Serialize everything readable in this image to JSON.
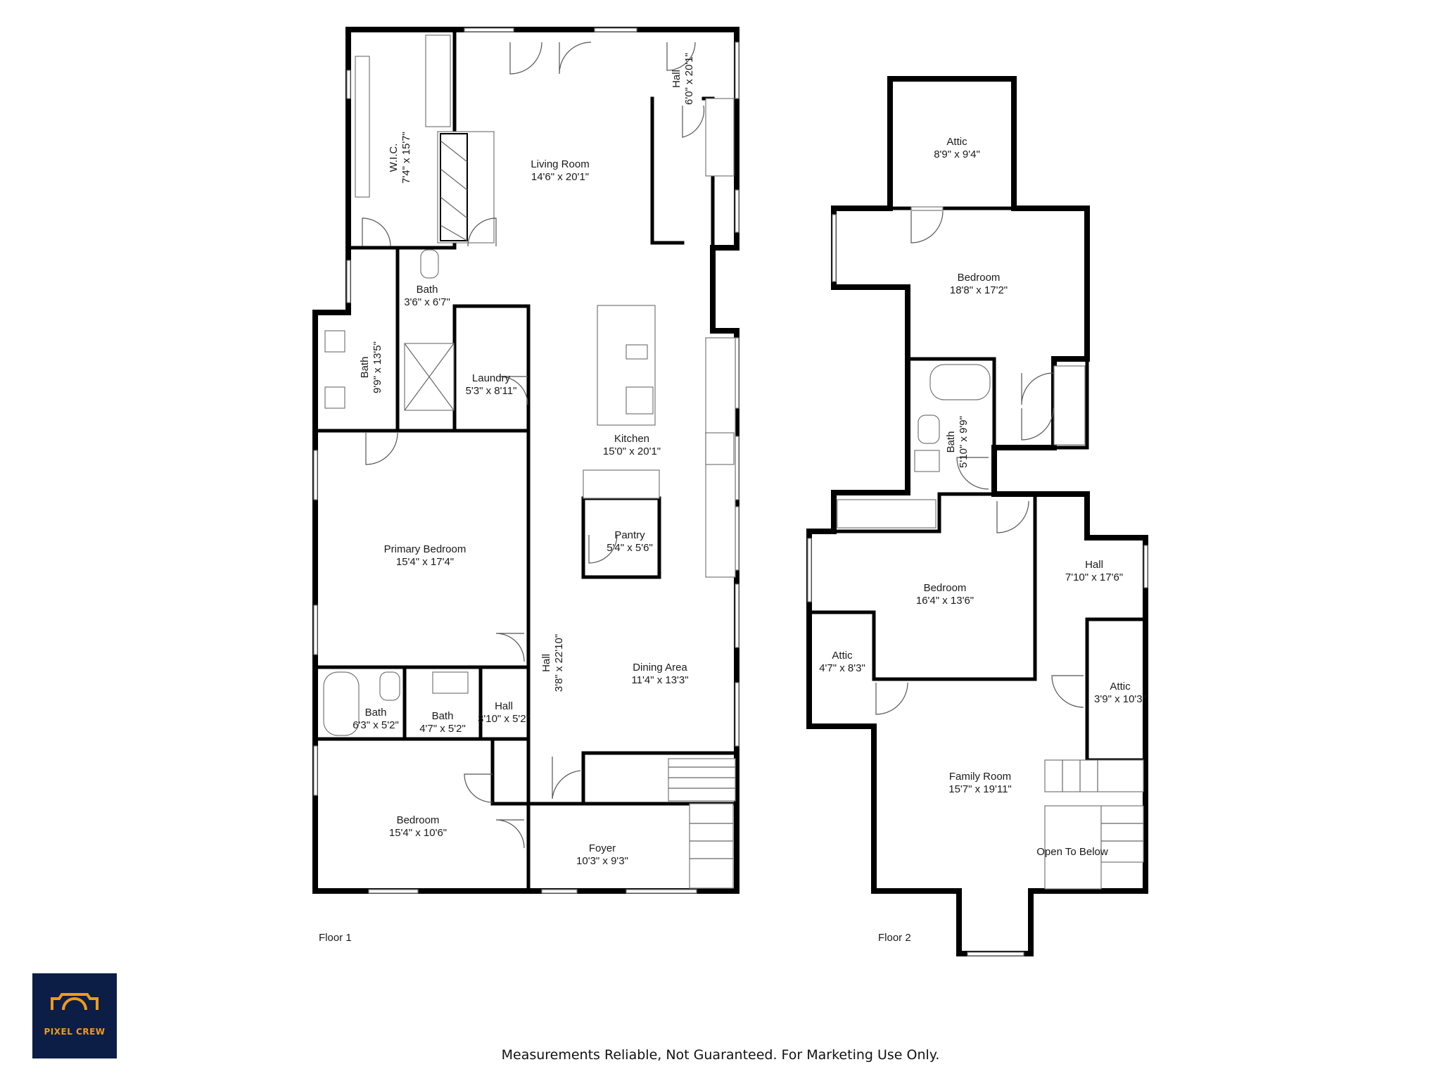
{
  "floors": [
    {
      "label": "Floor 1"
    },
    {
      "label": "Floor 2"
    }
  ],
  "rooms_floor1": [
    {
      "name": "W.I.C.",
      "dims": "7'4\" x 15'7\""
    },
    {
      "name": "Hall",
      "dims": "6'0\" x 20'1\""
    },
    {
      "name": "Living Room",
      "dims": "14'6\" x 20'1\""
    },
    {
      "name": "Bath",
      "dims": "3'6\" x 6'7\""
    },
    {
      "name": "Bath",
      "dims": "9'9\" x 13'5\""
    },
    {
      "name": "Laundry",
      "dims": "5'3\" x 8'11\""
    },
    {
      "name": "Kitchen",
      "dims": "15'0\" x 20'1\""
    },
    {
      "name": "Pantry",
      "dims": "5'4\" x 5'6\""
    },
    {
      "name": "Primary Bedroom",
      "dims": "15'4\" x 17'4\""
    },
    {
      "name": "Hall",
      "dims": "3'8\" x 22'10\""
    },
    {
      "name": "Dining Area",
      "dims": "11'4\" x 13'3\""
    },
    {
      "name": "Bath",
      "dims": "6'3\" x 5'2\""
    },
    {
      "name": "Bath",
      "dims": "4'7\" x 5'2\""
    },
    {
      "name": "Hall",
      "dims": "3'10\" x 5'2\""
    },
    {
      "name": "Bedroom",
      "dims": "15'4\" x 10'6\""
    },
    {
      "name": "Foyer",
      "dims": "10'3\" x 9'3\""
    }
  ],
  "rooms_floor2": [
    {
      "name": "Attic",
      "dims": "8'9\" x 9'4\""
    },
    {
      "name": "Bedroom",
      "dims": "18'8\" x 17'2\""
    },
    {
      "name": "Bath",
      "dims": "5'10\" x 9'9\""
    },
    {
      "name": "Bedroom",
      "dims": "16'4\" x 13'6\""
    },
    {
      "name": "Hall",
      "dims": "7'10\" x 17'6\""
    },
    {
      "name": "Attic",
      "dims": "4'7\" x 8'3\""
    },
    {
      "name": "Attic",
      "dims": "3'9\" x 10'3\""
    },
    {
      "name": "Family Room",
      "dims": "15'7\" x 19'11\""
    },
    {
      "name": "Open To Below",
      "dims": ""
    }
  ],
  "footer": "Measurements Reliable, Not Guaranteed. For Marketing Use Only.",
  "logo": {
    "text": "PIXEL CREW",
    "bg_color": "#0c1e46",
    "accent_color": "#f29a1a"
  },
  "colors": {
    "wall": "#000000",
    "background": "#ffffff"
  }
}
